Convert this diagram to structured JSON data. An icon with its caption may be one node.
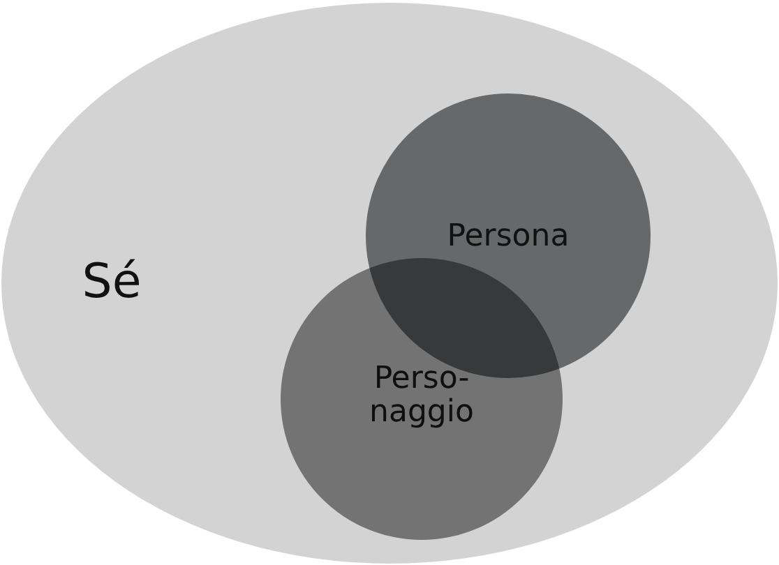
{
  "diagram": {
    "nodes": [
      {
        "text": [
          "Sé"
        ]
      },
      {
        "text": [
          "Persona"
        ],
        "in": 0
      },
      {
        "text": [
          "Perso- naggio"
        ],
        "in": 0
      }
    ]
  }
}
